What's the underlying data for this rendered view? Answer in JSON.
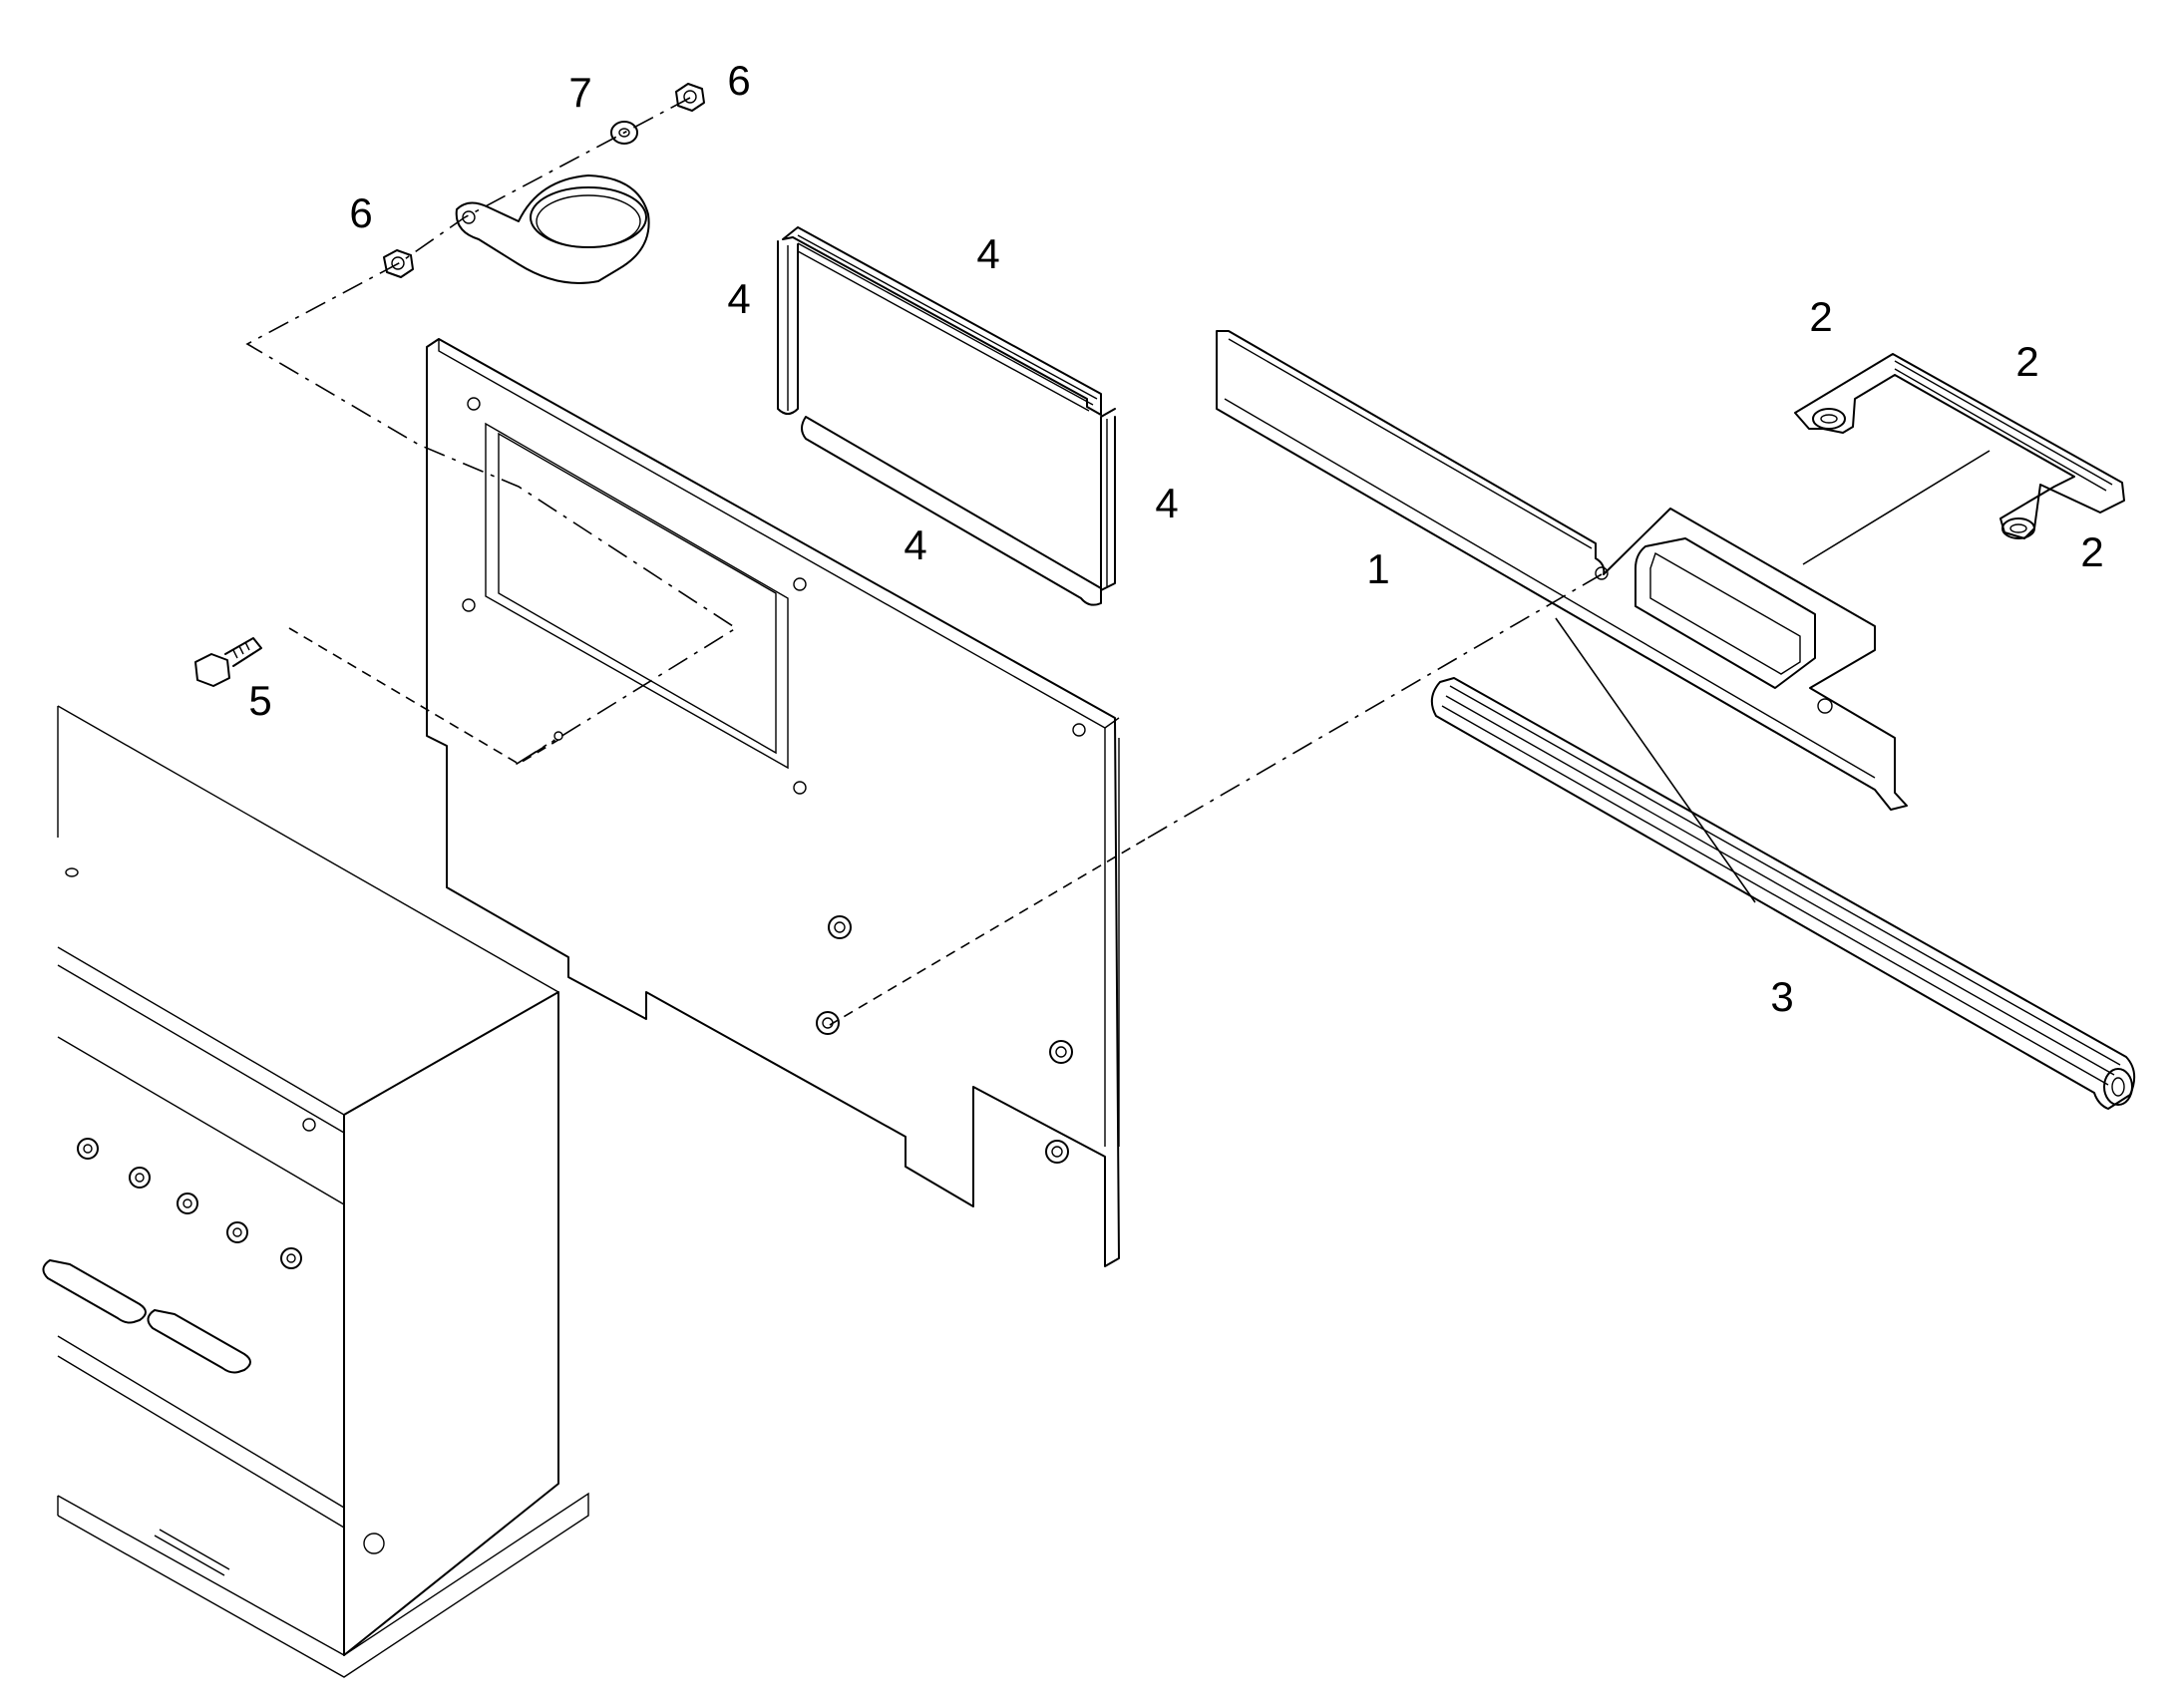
{
  "callouts": {
    "c1": "1",
    "c2a": "2",
    "c2b": "2",
    "c2c": "2",
    "c3": "3",
    "c4a": "4",
    "c4b": "4",
    "c4c": "4",
    "c4d": "4",
    "c5": "5",
    "c6a": "6",
    "c6b": "6",
    "c7": "7"
  }
}
